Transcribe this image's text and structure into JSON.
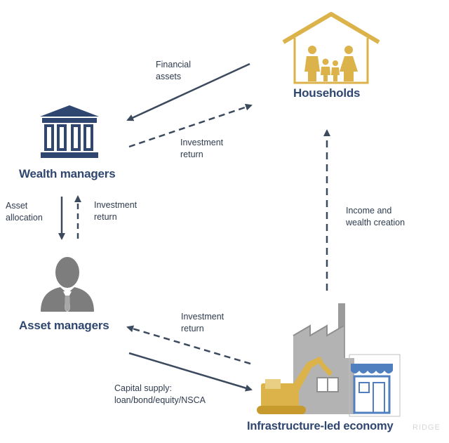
{
  "nodes": {
    "households": "Households",
    "wealth_managers": "Wealth managers",
    "asset_managers": "Asset managers",
    "economy": "Infrastructure-led economy"
  },
  "flows": {
    "financial_assets": "Financial\nassets",
    "investment_return_top": "Investment\nreturn",
    "asset_allocation": "Asset\nallocation",
    "investment_return_left": "Investment\nreturn",
    "income_wealth": "Income and\nwealth creation",
    "investment_return_bottom": "Investment\nreturn",
    "capital_supply": "Capital supply:\nloan/bond/equity/NSCA"
  },
  "watermark": "RIDGE",
  "colors": {
    "gold": "#dcb24a",
    "navy": "#2f4770",
    "arrow": "#3c4a5e",
    "gray_icon": "#7d7d7d",
    "factory_gray": "#9b9b9b",
    "store_blue": "#4f7fbf"
  }
}
